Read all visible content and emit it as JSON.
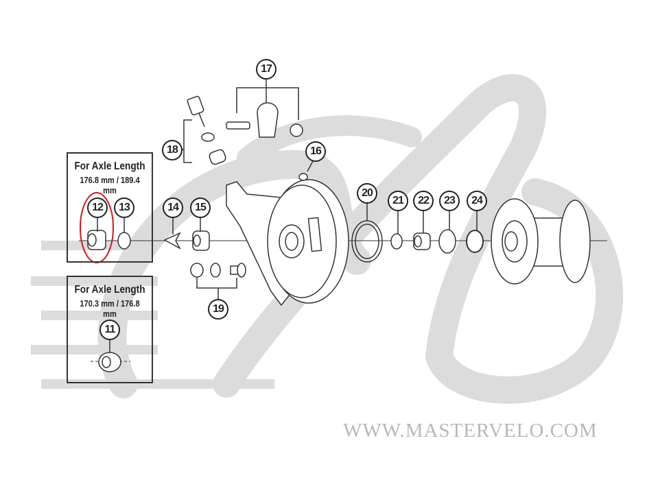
{
  "diagram": {
    "box_top": {
      "title": "For Axle Length",
      "subtitle": "176.8 mm / 189.4 mm"
    },
    "box_bottom": {
      "title": "For Axle Length",
      "subtitle": "170.3 mm / 176.8 mm"
    },
    "part_numbers": {
      "p11": "11",
      "p12": "12",
      "p13": "13",
      "p14": "14",
      "p15": "15",
      "p16": "16",
      "p17": "17",
      "p18": "18",
      "p19": "19",
      "p20": "20",
      "p21": "21",
      "p22": "22",
      "p23": "23",
      "p24": "24"
    },
    "highlight_color": "#d0191c",
    "watermark": "WWW.MASTERVELO.COM"
  }
}
